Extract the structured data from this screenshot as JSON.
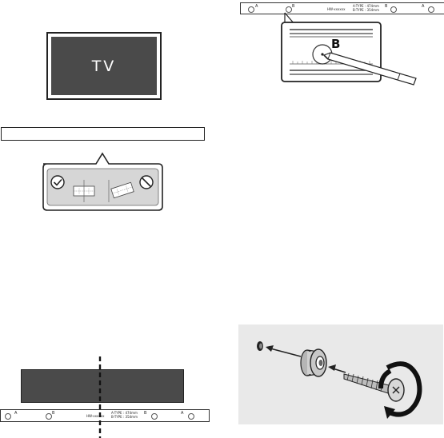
{
  "tv": {
    "label": "TV"
  },
  "template": {
    "letter_a": "A",
    "letter_b": "B",
    "model_text": "HW-xxxxxx",
    "type_a": "A-TYPE : 474mm",
    "type_b": "B-TYPE : 354mm"
  },
  "zoom": {
    "letter": "B"
  },
  "colors": {
    "tv_fill": "#4a4a4a",
    "panel_bg": "#e9e9e9",
    "stroke": "#222222"
  },
  "icons": {
    "check": "check-circle-icon",
    "prohibited": "prohibited-circle-icon",
    "level": "level-guide-icon",
    "pencil": "pencil-icon",
    "screw": "screw-icon",
    "anchor": "wall-anchor-icon",
    "holder": "wall-mount-holder-icon",
    "rotate": "rotate-arrow-icon"
  }
}
